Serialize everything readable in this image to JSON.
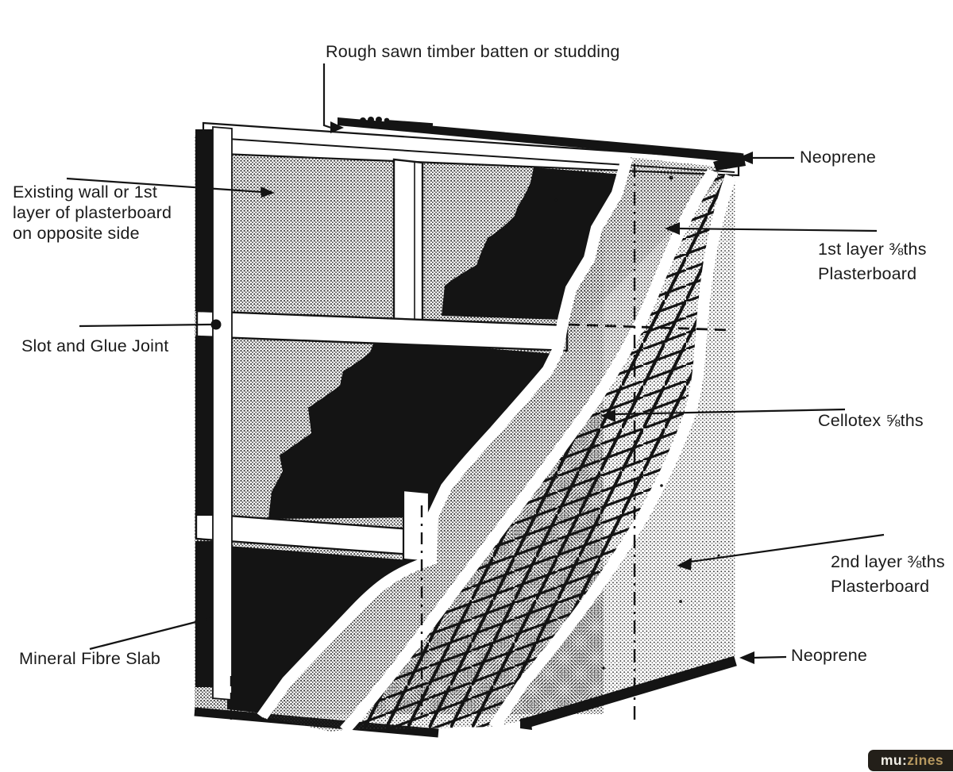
{
  "figure": {
    "description": "Cut-away isometric diagram of a soundproofed timber stud wall build-up",
    "paper_color": "#ffffff",
    "ink_color": "#141414"
  },
  "labels": {
    "rough_sawn": "Rough sawn timber batten or studding",
    "existing_wall_line1": "Existing wall or 1st",
    "existing_wall_line2": "layer of plasterboard",
    "existing_wall_line3": "on opposite side",
    "slot_glue": "Slot and Glue Joint",
    "mineral_fibre": "Mineral Fibre Slab",
    "neoprene_top": "Neoprene",
    "first_layer_line1": "1st layer ⅜ths",
    "first_layer_line2": "Plasterboard",
    "cellotex": "Cellotex ⅝ths",
    "second_layer_line1": "2nd layer ⅜ths",
    "second_layer_line2": "Plasterboard",
    "neoprene_bottom": "Neoprene"
  },
  "watermark": {
    "part1": "mu",
    "separator": ":",
    "part2": "zines",
    "background": "#231f19",
    "color_white": "#f2efe7",
    "color_tan": "#b7985f"
  }
}
